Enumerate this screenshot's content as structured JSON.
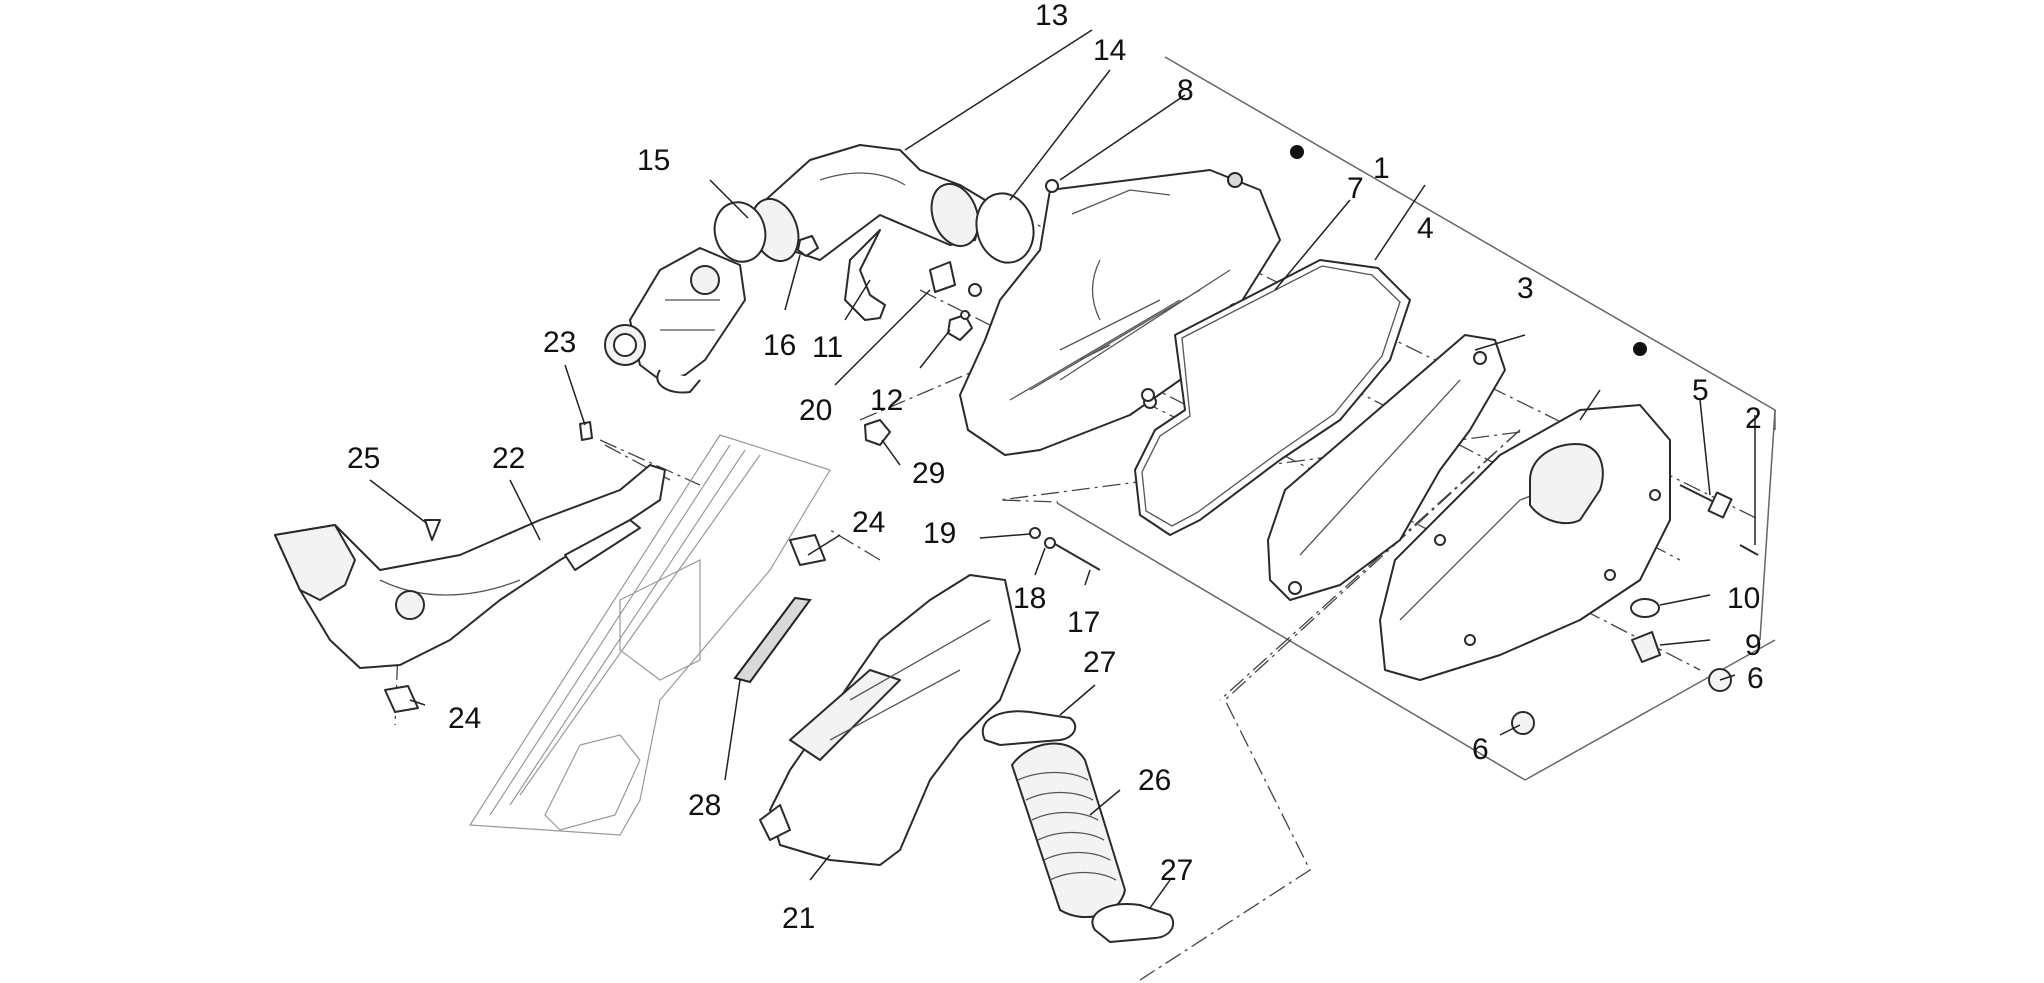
{
  "diagram": {
    "callouts": [
      {
        "id": "c1",
        "label": "1"
      },
      {
        "id": "c2",
        "label": "2"
      },
      {
        "id": "c3",
        "label": "3"
      },
      {
        "id": "c4",
        "label": "4"
      },
      {
        "id": "c5",
        "label": "5"
      },
      {
        "id": "c6a",
        "label": "6"
      },
      {
        "id": "c6b",
        "label": "6"
      },
      {
        "id": "c7",
        "label": "7"
      },
      {
        "id": "c8",
        "label": "8"
      },
      {
        "id": "c9",
        "label": "9"
      },
      {
        "id": "c10",
        "label": "10"
      },
      {
        "id": "c11",
        "label": "11"
      },
      {
        "id": "c12",
        "label": "12"
      },
      {
        "id": "c13",
        "label": "13"
      },
      {
        "id": "c14",
        "label": "14"
      },
      {
        "id": "c15",
        "label": "15"
      },
      {
        "id": "c16",
        "label": "16"
      },
      {
        "id": "c17",
        "label": "17"
      },
      {
        "id": "c18",
        "label": "18"
      },
      {
        "id": "c19",
        "label": "19"
      },
      {
        "id": "c20",
        "label": "20"
      },
      {
        "id": "c21",
        "label": "21"
      },
      {
        "id": "c22",
        "label": "22"
      },
      {
        "id": "c23",
        "label": "23"
      },
      {
        "id": "c24a",
        "label": "24"
      },
      {
        "id": "c24b",
        "label": "24"
      },
      {
        "id": "c25",
        "label": "25"
      },
      {
        "id": "c26",
        "label": "26"
      },
      {
        "id": "c27a",
        "label": "27"
      },
      {
        "id": "c27b",
        "label": "27"
      },
      {
        "id": "c28",
        "label": "28"
      },
      {
        "id": "c29",
        "label": "29"
      }
    ]
  }
}
